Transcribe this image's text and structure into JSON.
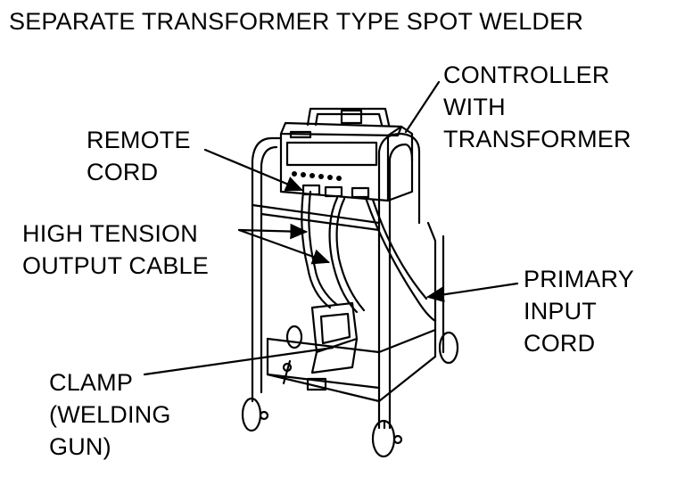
{
  "title": "SEPARATE TRANSFORMER TYPE SPOT WELDER",
  "labels": {
    "controller": [
      "CONTROLLER",
      "WITH",
      "TRANSFORMER"
    ],
    "remote_cord": [
      "REMOTE",
      "CORD"
    ],
    "high_tension": [
      "HIGH TENSION",
      "OUTPUT CABLE"
    ],
    "primary_input": [
      "PRIMARY",
      "INPUT",
      "CORD"
    ],
    "clamp": [
      "CLAMP",
      "(WELDING",
      "GUN)"
    ]
  }
}
